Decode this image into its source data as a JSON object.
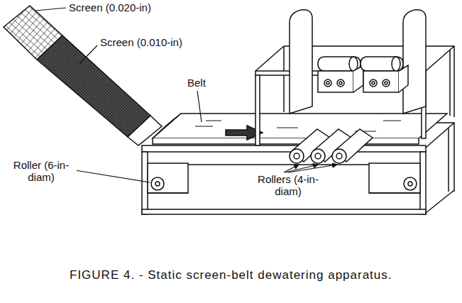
{
  "diagram": {
    "caption": "FIGURE 4. - Static screen-belt dewatering apparatus.",
    "labels": [
      "Screen (0.020-in)",
      "Screen (0.010-in)",
      "Belt",
      "Roller (6-in-diam)",
      "Rollers (4-in-diam)"
    ]
  }
}
